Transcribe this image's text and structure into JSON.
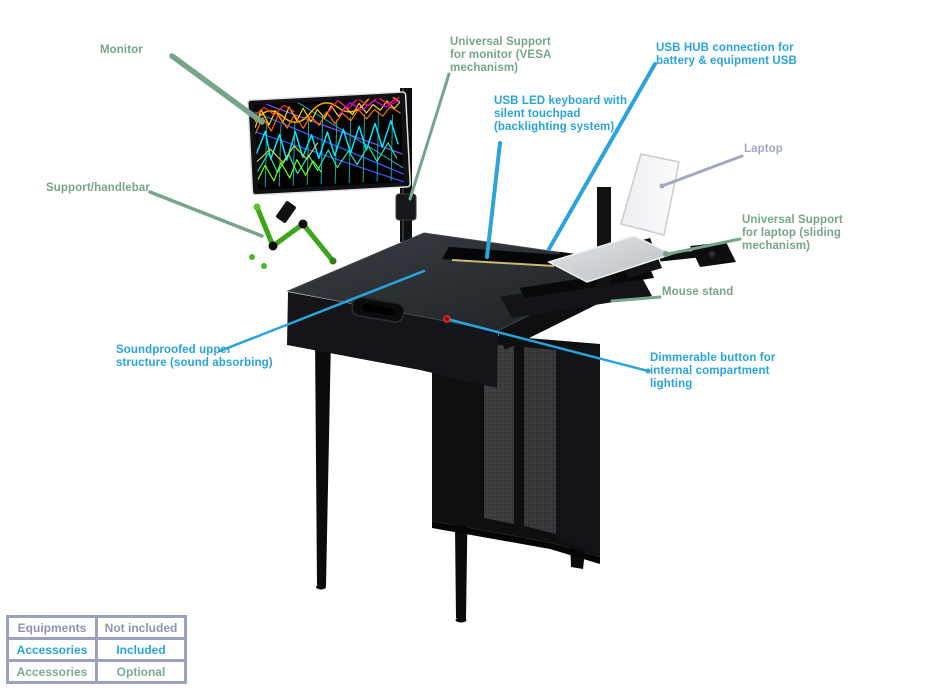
{
  "labels": {
    "monitor": "Monitor",
    "monitor_support": [
      "Universal Support",
      "for monitor (VESA",
      "mechanism)"
    ],
    "tablet_support": "Support/handlebar",
    "usb_hub": [
      "USB HUB connection for",
      "battery & equipment USB"
    ],
    "keyboard": [
      "USB LED keyboard with",
      "silent touchpad",
      "(backlighting system)"
    ],
    "laptop": "Laptop",
    "laptop_support": [
      "Universal Support",
      "for laptop (sliding",
      "mechanism)"
    ],
    "mouse_stand": "Mouse stand",
    "dimmer": [
      "Dimmerable button for",
      "internal compartment",
      "lighting"
    ],
    "soundproof": [
      "Soundproofed upper",
      "structure (sound absorbing)"
    ]
  },
  "legend": {
    "rows": [
      {
        "item": "Equipments",
        "status": "Not included"
      },
      {
        "item": "Accessories",
        "status": "Included"
      },
      {
        "item": "Accessories",
        "status": "Optional"
      }
    ]
  },
  "colors": {
    "accent_green_optional": "#76A58C",
    "accent_blue_included": "#29A4DC",
    "accent_gray_not_included": "#A2A8BF",
    "table_border": "#9AA2BD",
    "arm_green": "#3FA51C",
    "button_red": "#C62828",
    "desk_black": "#1A1C1F"
  }
}
